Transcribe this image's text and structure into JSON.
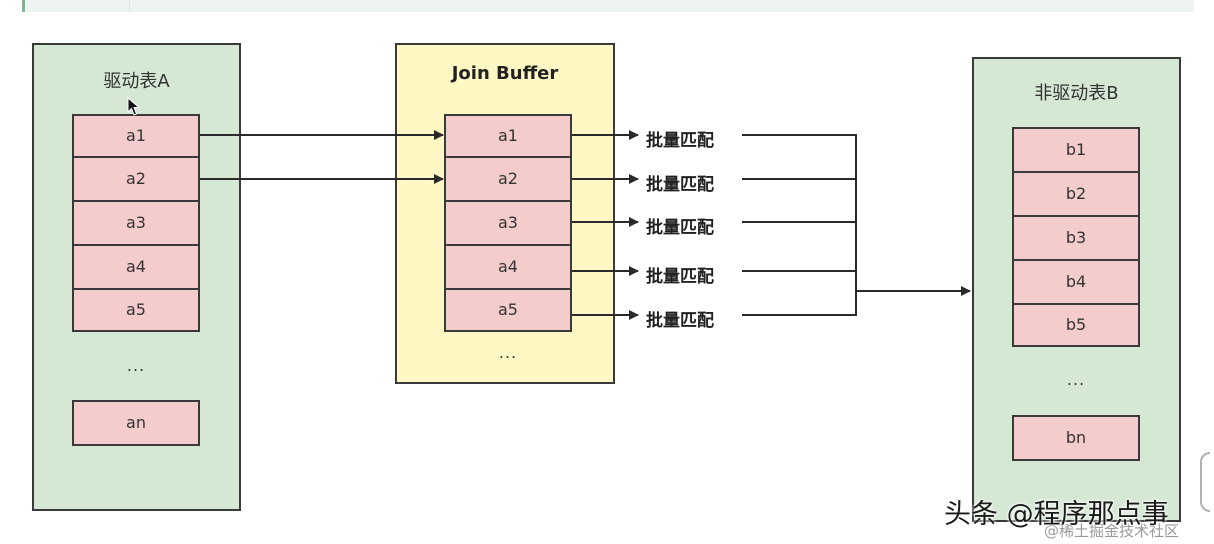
{
  "driver_table": {
    "title": "驱动表A",
    "rows": [
      "a1",
      "a2",
      "a3",
      "a4",
      "a5"
    ],
    "ellipsis": "...",
    "last": "an"
  },
  "join_buffer": {
    "title": "Join Buffer",
    "rows": [
      "a1",
      "a2",
      "a3",
      "a4",
      "a5"
    ],
    "ellipsis": "..."
  },
  "match_labels": [
    "批量匹配",
    "批量匹配",
    "批量匹配",
    "批量匹配",
    "批量匹配"
  ],
  "driven_table": {
    "title": "非驱动表B",
    "rows": [
      "b1",
      "b2",
      "b3",
      "b4",
      "b5"
    ],
    "ellipsis": "...",
    "last": "bn"
  },
  "watermark": {
    "main": "头条 @程序那点事",
    "sub": "@稀土掘金技术社区"
  },
  "colors": {
    "table_panel": "#d5e8d4",
    "buffer_panel": "#fff7c4",
    "row_cell": "#f4cccc",
    "stroke": "#3a3a3a"
  }
}
